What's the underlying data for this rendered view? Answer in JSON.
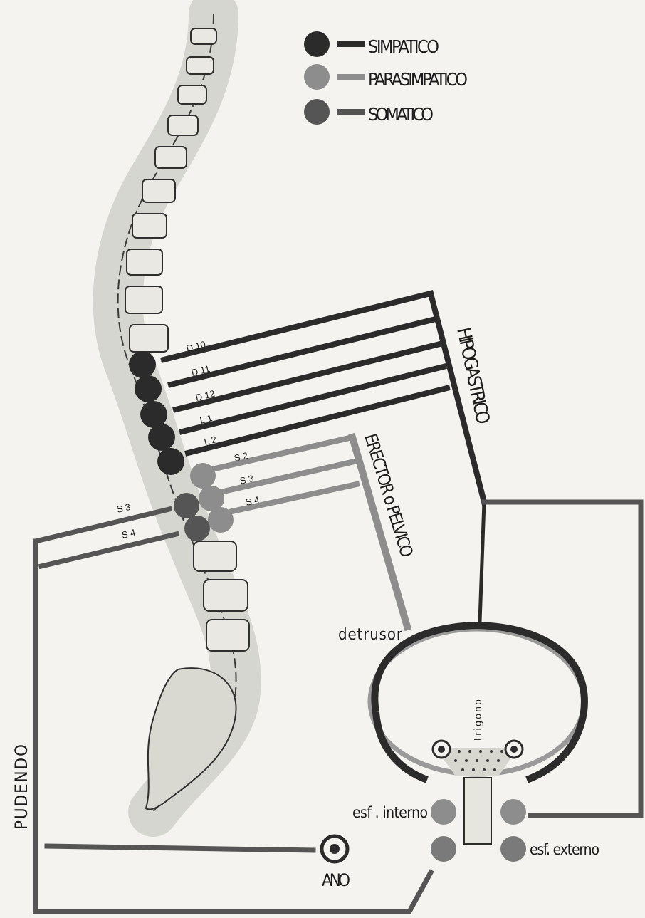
{
  "legend": {
    "items": [
      {
        "key": "sympathetic",
        "label": "SIMPATICO",
        "color": "#2b2b2b"
      },
      {
        "key": "parasympathetic",
        "label": "PARASIMPATICO",
        "color": "#8d8d8d"
      },
      {
        "key": "somatic",
        "label": "SOMATICO",
        "color": "#555555"
      }
    ]
  },
  "nerves": {
    "hypogastric": "HIPOGASTRICO",
    "erector": "ERECTOR o PELVICO",
    "pudendal": "PUDENDO"
  },
  "spinal_levels": {
    "sympathetic": [
      "D 10",
      "D 11",
      "D 12",
      "L 1",
      "L 2"
    ],
    "parasympathetic": [
      "S 2",
      "S 3",
      "S 4"
    ],
    "somatic": [
      "S 3",
      "S 4"
    ]
  },
  "targets": {
    "detrusor": "detrusor",
    "trigone": "trigono",
    "internal_sphincter": "esf . interno",
    "external_sphincter": "esf. externo",
    "anus": "ANO"
  }
}
